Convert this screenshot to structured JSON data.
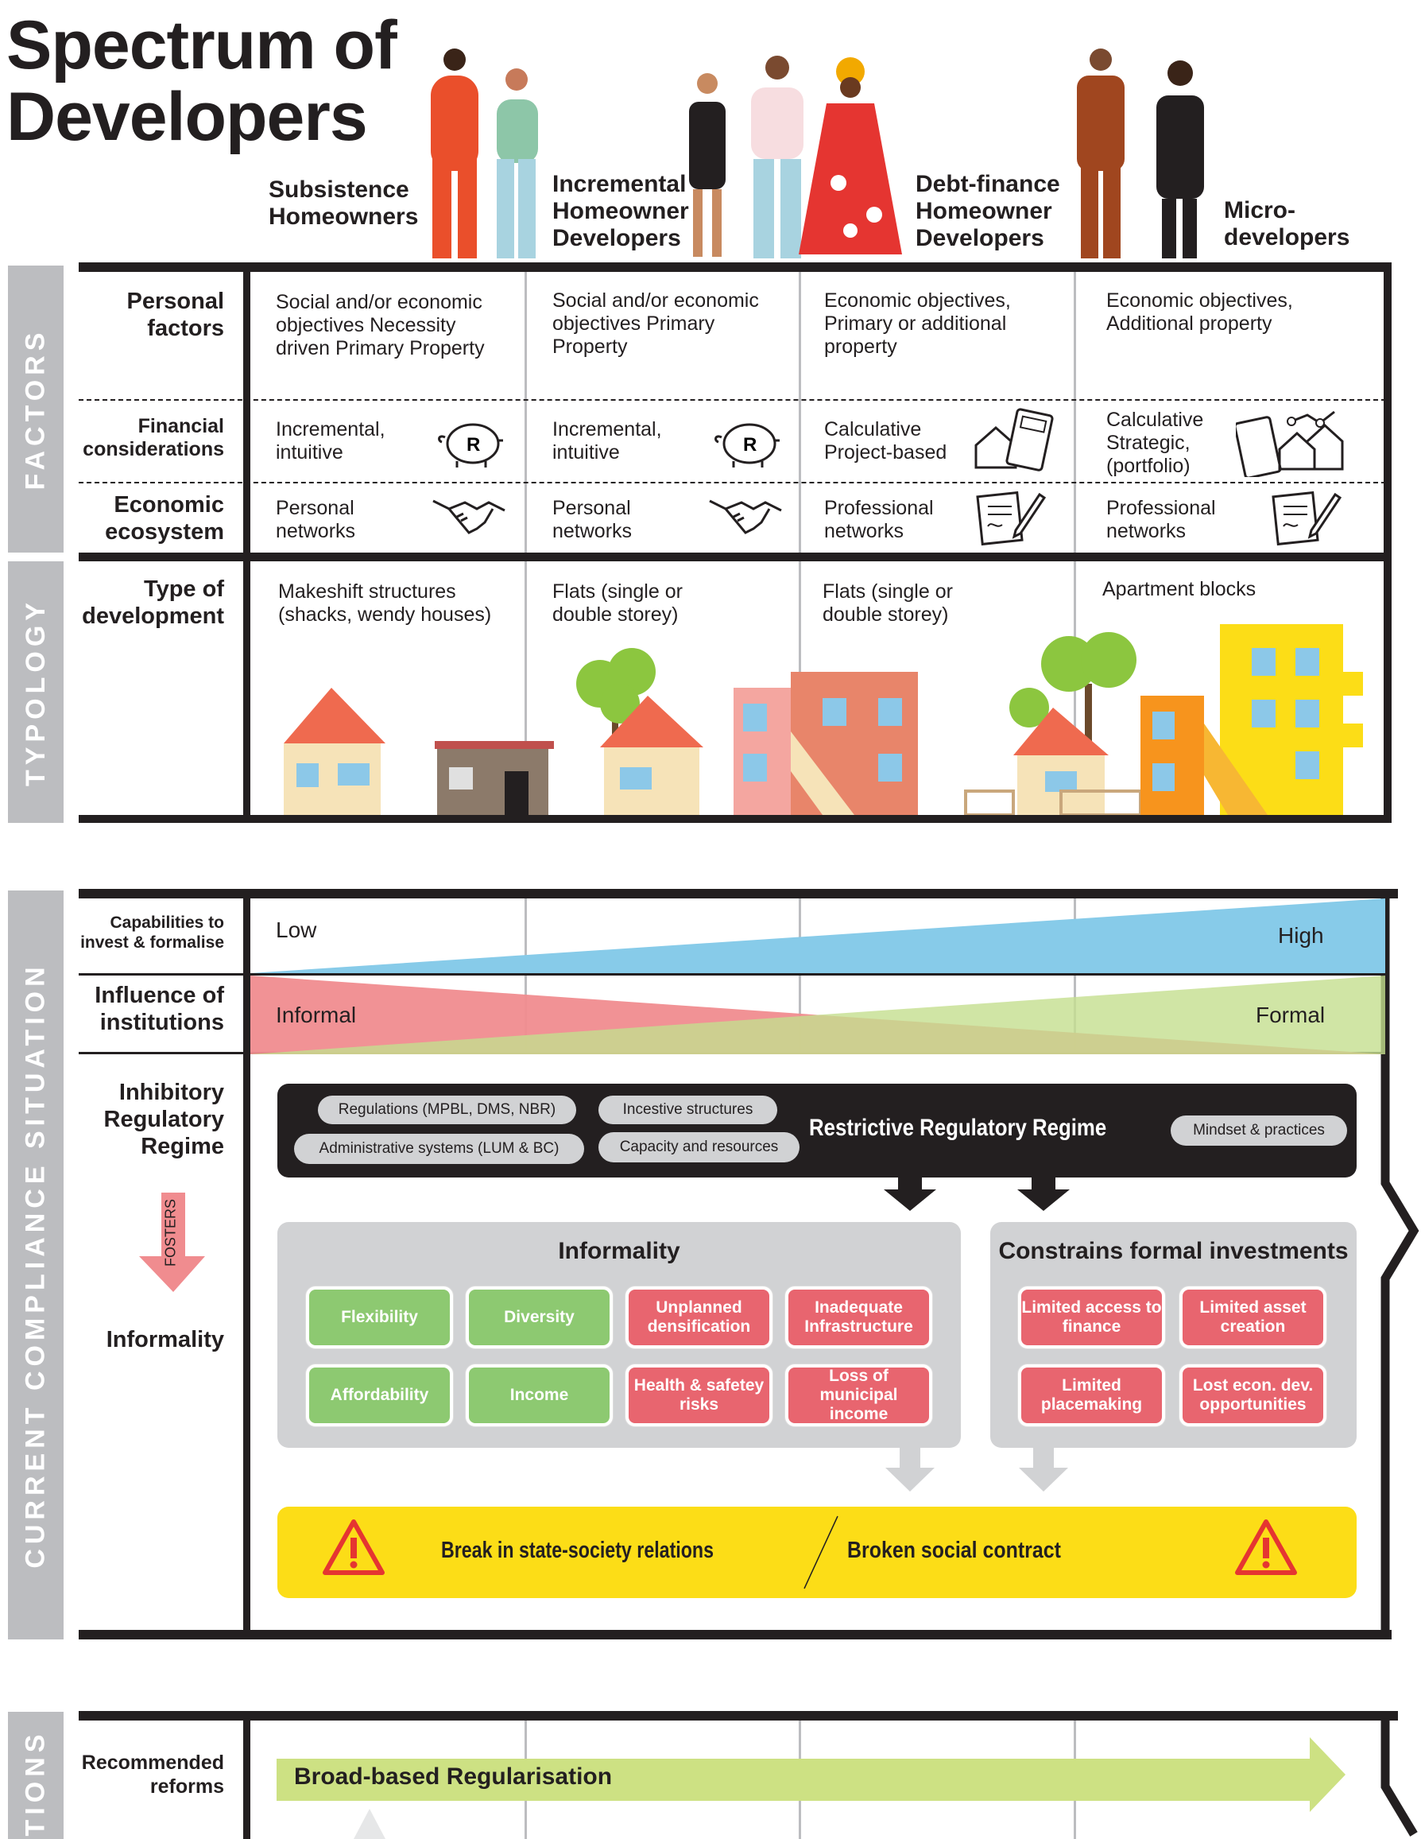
{
  "title": "Spectrum of Developers",
  "columns": [
    "Subsistence Homeowners",
    "Incremental Homeowner Developers",
    "Debt-finance Homeowner Developers",
    "Micro-developers"
  ],
  "sections": {
    "factors": "FACTORS",
    "typology": "TYPOLOGY",
    "current": "CURRENT COMPLIANCE SITUATION",
    "options": "TIONS"
  },
  "factors": {
    "personal": {
      "label": "Personal factors",
      "cells": [
        "Social and/or economic objectives Necessity driven Primary Property",
        "Social and/or economic objectives Primary Property",
        "Economic objectives, Primary or additional property",
        "Economic objectives, Additional property"
      ]
    },
    "financial": {
      "label": "Financial considerations",
      "cells": [
        "Incremental, intuitive",
        "Incremental, intuitive",
        "Calculative Project-based",
        "Calculative Strategic, (portfolio)"
      ],
      "icons": [
        "piggy-bank-icon",
        "piggy-bank-icon",
        "calculator-house-icon",
        "calculator-houses-icon"
      ],
      "piggy_symbol": "R"
    },
    "economic": {
      "label": "Economic ecosystem",
      "cells": [
        "Personal networks",
        "Personal networks",
        "Professional networks",
        "Professional networks"
      ],
      "icons": [
        "handshake-icon",
        "handshake-icon",
        "contract-pen-icon",
        "contract-pen-icon"
      ]
    }
  },
  "typology": {
    "label": "Type of development",
    "cells": [
      "Makeshift structures (shacks, wendy houses)",
      "Flats (single or double storey)",
      "Flats (single or double storey)",
      "Apartment blocks"
    ]
  },
  "current": {
    "capabilities": {
      "label": "Capabilities to invest & formalise",
      "low": "Low",
      "high": "High"
    },
    "institutions": {
      "label": "Influence of institutions",
      "informal": "Informal",
      "formal": "Formal"
    },
    "inhibitory_label": "Inhibitory Regulatory Regime",
    "fosters": "FOSTERS",
    "informality_label": "Informality",
    "regime": {
      "title": "Restrictive Regulatory Regime",
      "pills": [
        "Regulations (MPBL, DMS, NBR)",
        "Incestive structures",
        "Administrative systems (LUM & BC)",
        "Capacity and resources",
        "Mindset & practices"
      ]
    },
    "informality": {
      "title": "Informality",
      "tags": [
        "Flexibility",
        "Diversity",
        "Unplanned densification",
        "Inadequate Infrastructure",
        "Affordability",
        "Income",
        "Health & safetey risks",
        "Loss of municipal income"
      ]
    },
    "constrains": {
      "title": "Constrains formal investments",
      "tags": [
        "Limited access to finance",
        "Limited asset creation",
        "Limited placemaking",
        "Lost econ. dev. opportunities"
      ]
    },
    "outcome": {
      "left": "Break in state-society relations",
      "right": "Broken social contract"
    }
  },
  "options": {
    "label": "Recommended reforms",
    "arrow": "Broad-based Regularisation"
  },
  "colors": {
    "blue": "#87cbe9",
    "red": "#f08c8f",
    "green": "#c4df8e",
    "yellow": "#fcdd17",
    "tag_green": "#8dc971",
    "tag_red": "#e8656f",
    "gray": "#bcbdc0"
  }
}
